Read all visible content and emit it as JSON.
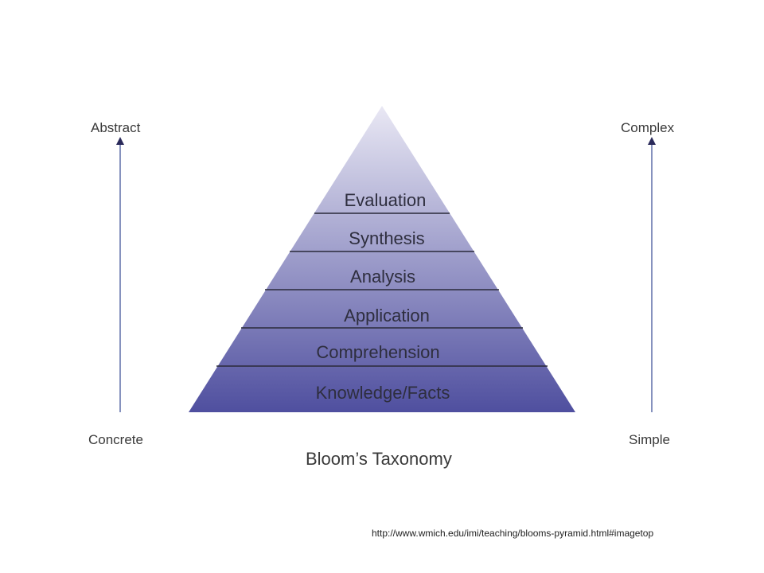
{
  "diagram": {
    "title": "Bloom’s Taxonomy",
    "left_axis": {
      "top_label": "Abstract",
      "bottom_label": "Concrete"
    },
    "right_axis": {
      "top_label": "Complex",
      "bottom_label": "Simple"
    },
    "tiers": [
      {
        "label": "Evaluation"
      },
      {
        "label": "Synthesis"
      },
      {
        "label": "Analysis"
      },
      {
        "label": "Application"
      },
      {
        "label": "Comprehension"
      },
      {
        "label": "Knowledge/Facts"
      }
    ],
    "colors": {
      "pyramid_top": "#e9e8f4",
      "pyramid_bottom": "#4f4f9f",
      "axis_line": "#5f6fa8",
      "divider": "#2a2a3a"
    }
  },
  "source_url": "http://www.wmich.edu/imi/teaching/blooms-pyramid.html#imagetop"
}
